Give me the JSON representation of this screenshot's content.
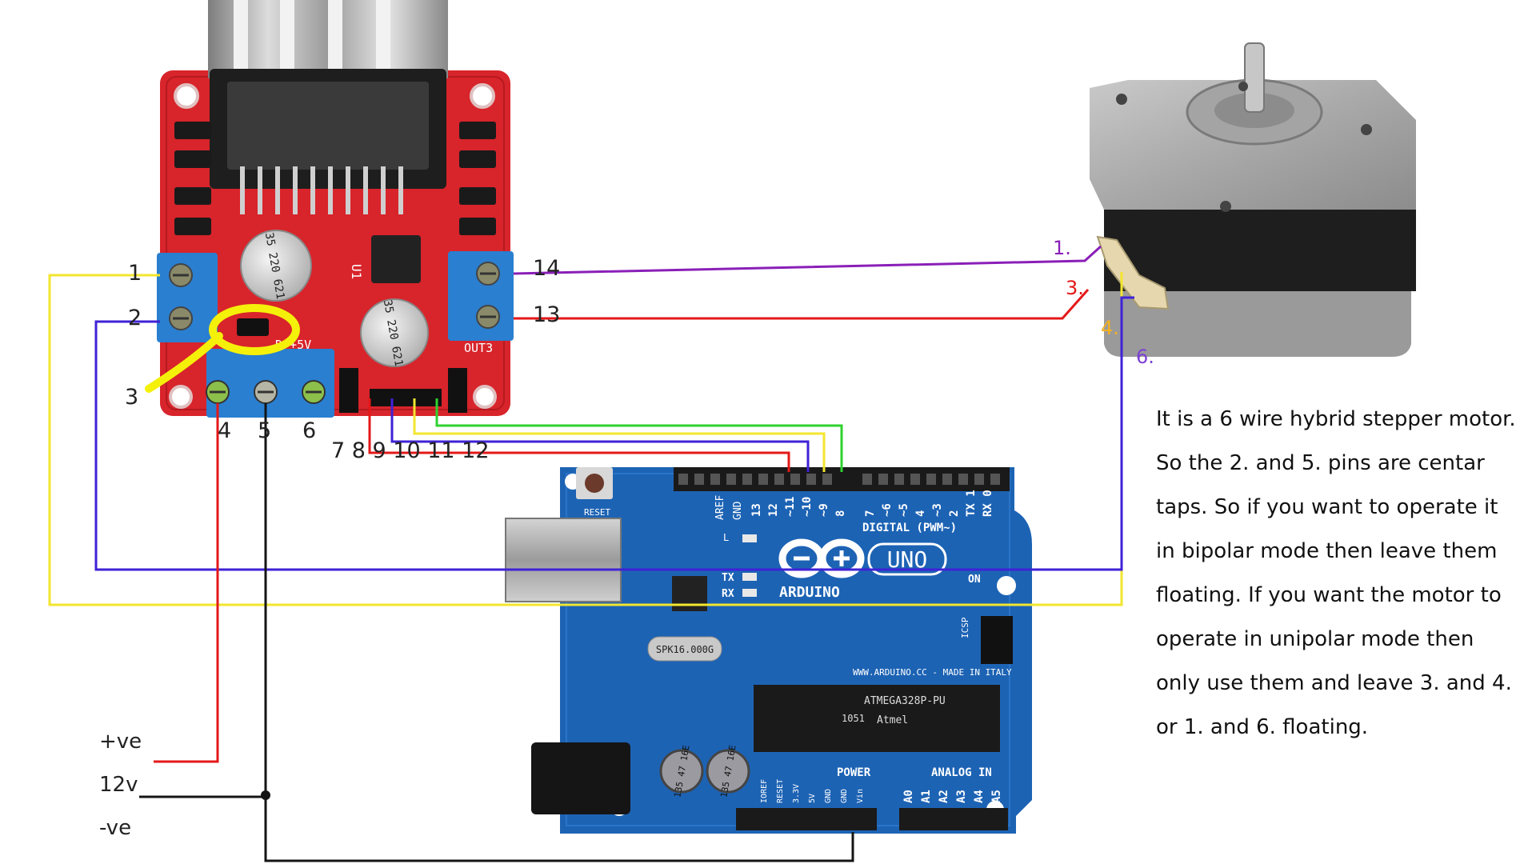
{
  "driver_labels": {
    "p1": "1",
    "p2": "2",
    "p3": "3",
    "p4": "4",
    "p5": "5",
    "p6": "6",
    "p7_12": "7 8 9 10 11 12",
    "p13": "13",
    "p14": "14"
  },
  "motor_wire_labels": {
    "w1": "1.",
    "w3": "3.",
    "w4": "4.",
    "w6": "6."
  },
  "supply_labels": {
    "pos": "+ve",
    "v12": "12v",
    "neg": "-ve"
  },
  "description": [
    "It is a 6 wire hybrid stepper motor.",
    "So the 2. and 5. pins are centar",
    "taps. So if you want to operate it",
    "in bipolar mode then leave them",
    "floating. If you want the motor to",
    "operate in unipolar mode then",
    "only use them and leave 3. and 4.",
    "or 1. and 6. floating."
  ],
  "board_text": {
    "driver_out3": "OUT3",
    "driver_5v": "D +5V",
    "cap_top": "35 220 621",
    "cap_bot": "35 220 621",
    "reg": "U1",
    "reset": "RESET",
    "aref": "AREF",
    "gnd": "GND",
    "digital_nums": [
      "13",
      "12",
      "~11",
      "~10",
      "~9",
      "8",
      "7",
      "~6",
      "~5",
      "4",
      "~3",
      "2",
      "TX 1",
      "RX 0"
    ],
    "digital": "DIGITAL (PWM~)",
    "uno": "UNO",
    "arduino": "ARDUINO",
    "tx": "TX",
    "rx": "RX",
    "on": "ON",
    "crystal": "SPK16.000G",
    "site": "WWW.ARDUINO.CC - MADE IN ITALY",
    "chip": "ATMEGA328P-PU",
    "chip_brand": "Atmel",
    "chip_code": "1051",
    "icsp": "ICSP",
    "l": "L",
    "power": "POWER",
    "analog": "ANALOG IN",
    "power_pins": [
      "IOREF",
      "RESET",
      "3.3V",
      "5V",
      "GND",
      "GND",
      "Vin"
    ],
    "analog_pins": [
      "A0",
      "A1",
      "A2",
      "A3",
      "A4",
      "A5"
    ],
    "ecap1": "135 47 16E",
    "ecap2": "135 47 16E"
  },
  "colors": {
    "yellow": "#f3e62e",
    "blue": "#3f22d6",
    "red": "#e41818",
    "black": "#141414",
    "purple": "#8a1fb8",
    "green": "#2fd22f",
    "amber": "#f4b021",
    "violet": "#7d3fd4",
    "driver_red": "#d8242b",
    "terminal_blue": "#2a7fd0",
    "arduino_blue": "#1d63b4"
  }
}
